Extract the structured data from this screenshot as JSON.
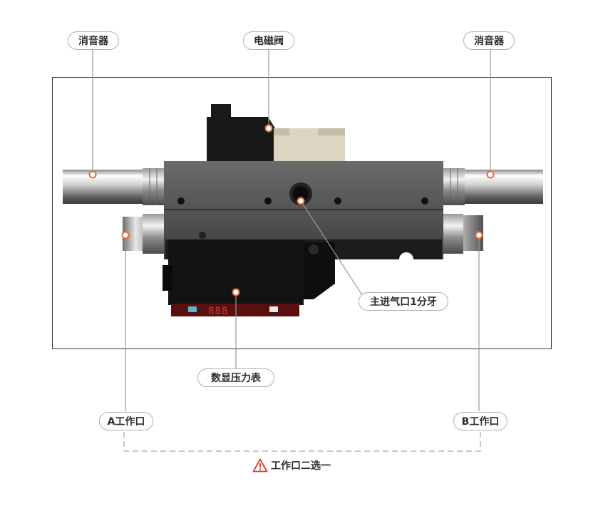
{
  "callouts": {
    "silencer_left": "消音器",
    "solenoid_valve": "电磁阀",
    "silencer_right": "消音器",
    "main_inlet": "主进气口1分牙",
    "digital_gauge": "数显压力表",
    "port_a": "A工作口",
    "port_b": "B工作口"
  },
  "note": {
    "text": "工作口二选一",
    "icon": "warning-triangle-icon",
    "icon_color": "#e03a2a"
  },
  "gauge_display": {
    "digits": "888"
  },
  "colors": {
    "leader_line": "#9a9a9a",
    "marker_ring": "#e86a3a",
    "valve_body": "#4a4a4a",
    "gauge_body": "#111111",
    "display_red": "#8a1a1a"
  }
}
